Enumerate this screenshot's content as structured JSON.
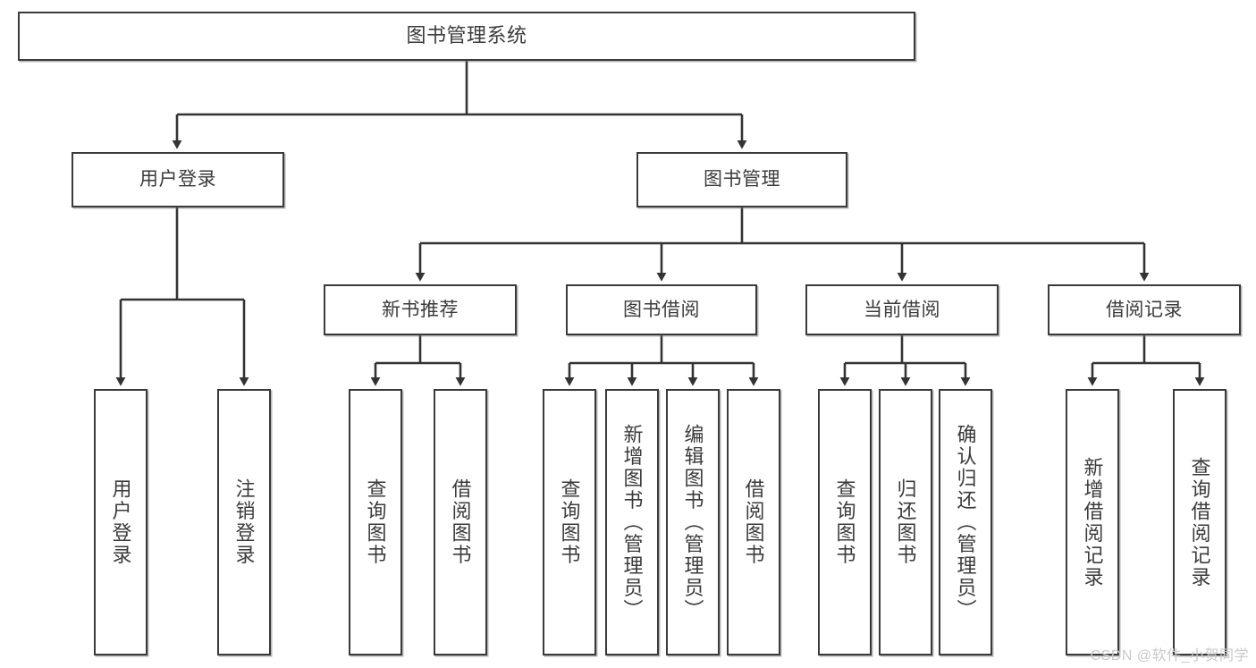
{
  "diagram": {
    "type": "tree-hierarchy",
    "title": "图书管理系统",
    "watermark": "CSDN @软件_小贺同学",
    "colors": {
      "box_border": "#3a3a3a",
      "box_fill": "#ffffff",
      "connector": "#333333",
      "text": "#3b3b3b",
      "watermark": "#c9c9c9"
    },
    "levels": {
      "root": {
        "label": "图书管理系统"
      },
      "level1": [
        {
          "id": "user-login",
          "label": "用户登录"
        },
        {
          "id": "book-manage",
          "label": "图书管理"
        }
      ],
      "level2": [
        {
          "id": "new-book-recommend",
          "label": "新书推荐",
          "parent": "book-manage"
        },
        {
          "id": "book-borrow",
          "label": "图书借阅",
          "parent": "book-manage"
        },
        {
          "id": "current-borrow",
          "label": "当前借阅",
          "parent": "book-manage"
        },
        {
          "id": "borrow-record",
          "label": "借阅记录",
          "parent": "book-manage"
        }
      ],
      "leaves": [
        {
          "id": "leaf-user-login",
          "label": "用户登录",
          "parent": "user-login"
        },
        {
          "id": "leaf-logout",
          "label": "注销登录",
          "parent": "user-login"
        },
        {
          "id": "leaf-query-book-1",
          "label": "查询图书",
          "parent": "new-book-recommend"
        },
        {
          "id": "leaf-borrow-book-1",
          "label": "借阅图书",
          "parent": "new-book-recommend"
        },
        {
          "id": "leaf-query-book-2",
          "label": "查询图书",
          "parent": "book-borrow"
        },
        {
          "id": "leaf-add-book",
          "label": "新增图书（管理员）",
          "parent": "book-borrow"
        },
        {
          "id": "leaf-edit-book",
          "label": "编辑图书（管理员）",
          "parent": "book-borrow"
        },
        {
          "id": "leaf-borrow-book-2",
          "label": "借阅图书",
          "parent": "book-borrow"
        },
        {
          "id": "leaf-query-book-3",
          "label": "查询图书",
          "parent": "current-borrow"
        },
        {
          "id": "leaf-return-book",
          "label": "归还图书",
          "parent": "current-borrow"
        },
        {
          "id": "leaf-confirm-return",
          "label": "确认归还（管理员）",
          "parent": "current-borrow"
        },
        {
          "id": "leaf-add-record",
          "label": "新增借阅记录",
          "parent": "borrow-record"
        },
        {
          "id": "leaf-query-record",
          "label": "查询借阅记录",
          "parent": "borrow-record"
        }
      ]
    }
  }
}
